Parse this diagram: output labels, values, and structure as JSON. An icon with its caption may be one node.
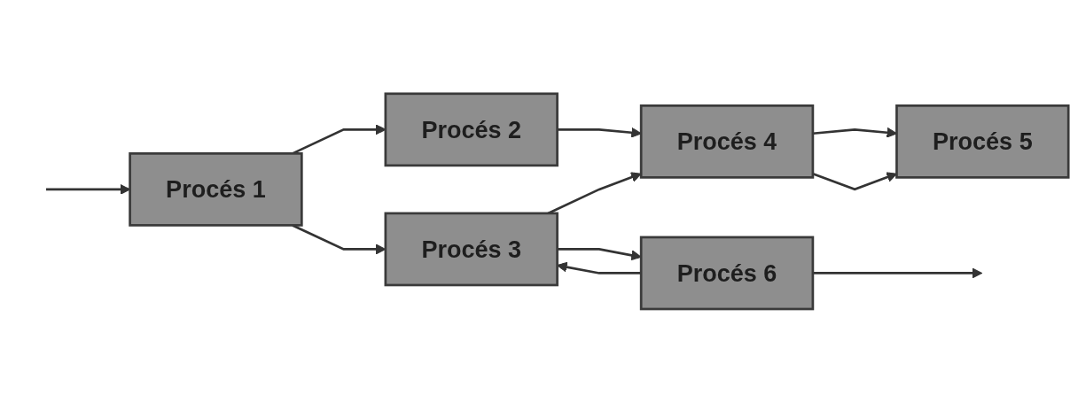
{
  "diagram": {
    "nodes": [
      {
        "text": [
          "Procés 1"
        ]
      },
      {
        "text": [
          "Procés 2"
        ]
      },
      {
        "text": [
          "Procés 3"
        ]
      },
      {
        "text": [
          "Procés 4"
        ]
      },
      {
        "text": [
          "Procés 5"
        ]
      },
      {
        "text": [
          "Procés 6"
        ]
      }
    ],
    "edges": [
      {
        "from": null,
        "to": 0,
        "arrow": "to"
      },
      {
        "from": 0,
        "to": 1,
        "arrow": "to"
      },
      {
        "from": 0,
        "to": 2,
        "arrow": "to"
      },
      {
        "from": 1,
        "to": 3,
        "arrow": "to"
      },
      {
        "from": 2,
        "to": 3,
        "arrow": "to"
      },
      {
        "from": 3,
        "to": 4,
        "arrow": "to"
      },
      {
        "from": 3,
        "to": 4,
        "arrow": "to"
      },
      {
        "from": 2,
        "to": 5,
        "arrow": "to"
      },
      {
        "from": 5,
        "to": null,
        "arrow": "to"
      },
      {
        "from": 5,
        "to": 2,
        "arrow": "to"
      }
    ]
  }
}
